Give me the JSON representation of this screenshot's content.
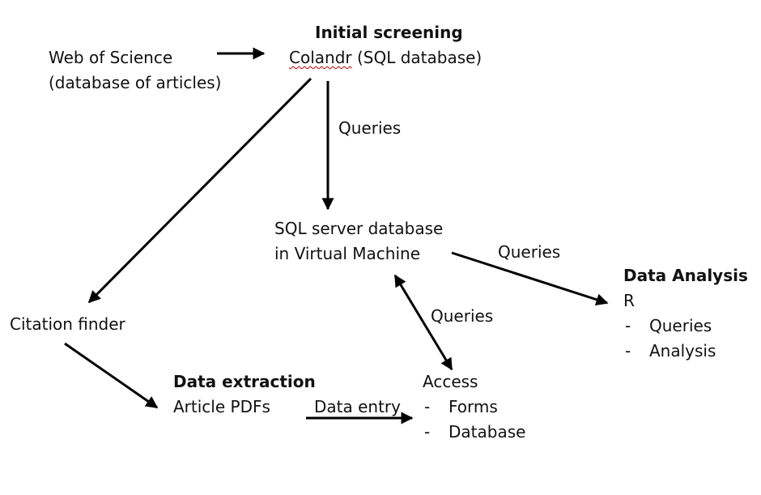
{
  "nodes": {
    "web_of_science": {
      "line1": "Web of Science",
      "line2": "(database of articles)"
    },
    "initial_screening": {
      "heading": "Initial screening",
      "colandr": "Colandr",
      "colandr_rest": " (SQL database)"
    },
    "sql_server": {
      "line1": "SQL server database",
      "line2": "in Virtual Machine"
    },
    "data_analysis": {
      "heading": "Data Analysis",
      "tool": "R",
      "items": [
        "Queries",
        "Analysis"
      ]
    },
    "citation_finder": {
      "label": "Citation finder"
    },
    "data_extraction": {
      "heading": "Data extraction",
      "label": "Article PDFs"
    },
    "access": {
      "label": "Access",
      "items": [
        "Forms",
        "Database"
      ]
    }
  },
  "edges": {
    "colandr_to_sql": "Queries",
    "sql_to_analysis": "Queries",
    "sql_access": "Queries",
    "pdfs_to_access": "Data entry"
  },
  "colors": {
    "text": "#111111",
    "arrow": "#000000",
    "spellcheck": "#c00000"
  }
}
